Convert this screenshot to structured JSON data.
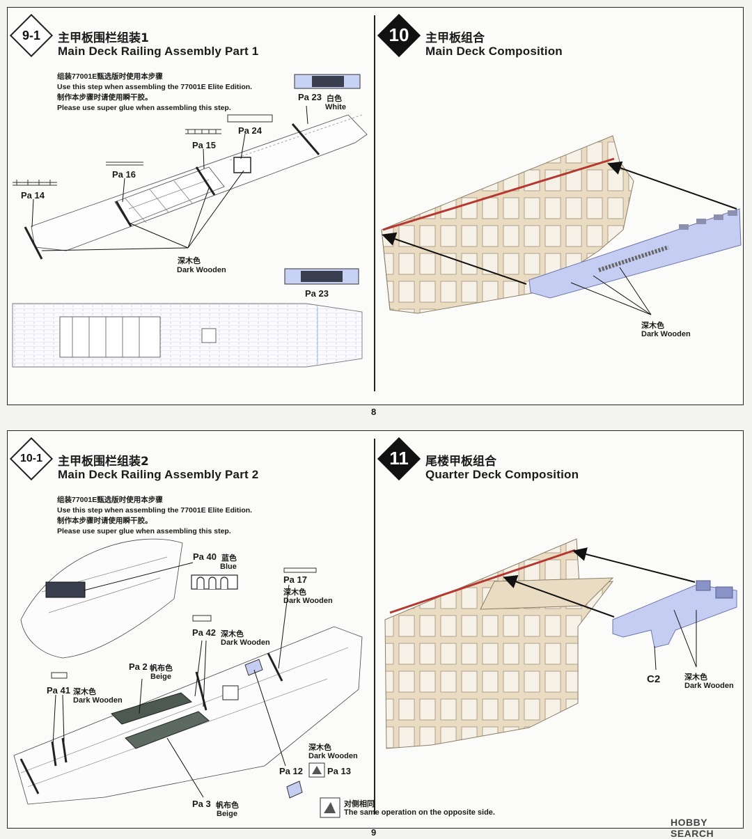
{
  "pages": {
    "top": "8",
    "bottom": "9"
  },
  "steps": {
    "s9_1": {
      "number": "9-1",
      "title_cn": "主甲板围栏组装1",
      "title_en": "Main Deck Railing Assembly Part 1",
      "notes": [
        "组装77001E甄选版时使用本步骤",
        "Use this step when assembling the 77001E Elite Edition.",
        "制作本步骤时请使用瞬干胶。",
        "Please use super glue when assembling this step."
      ],
      "parts": {
        "pa23_top": "Pa 23",
        "pa23_color_cn": "白色",
        "pa23_color_en": "White",
        "pa24": "Pa 24",
        "pa15": "Pa 15",
        "pa16": "Pa 16",
        "pa14": "Pa 14",
        "pa23_bottom": "Pa 23"
      },
      "color_cn": "深木色",
      "color_en": "Dark Wooden"
    },
    "s10": {
      "number": "10",
      "title_cn": "主甲板组合",
      "title_en": "Main Deck Composition",
      "color_cn": "深木色",
      "color_en": "Dark Wooden"
    },
    "s10_1": {
      "number": "10-1",
      "title_cn": "主甲板围栏组装2",
      "title_en": "Main Deck Railing Assembly Part 2",
      "notes": [
        "组装77001E甄选版时使用本步骤",
        "Use this step when assembling the 77001E Elite Edition.",
        "制作本步骤时请使用瞬干胶。",
        "Please use super glue when assembling this step."
      ],
      "parts": {
        "pa40": "Pa 40",
        "pa40_cn": "蓝色",
        "pa40_en": "Blue",
        "pa17": "Pa 17",
        "pa17_cn": "深木色",
        "pa17_en": "Dark Wooden",
        "pa42": "Pa 42",
        "pa42_cn": "深木色",
        "pa42_en": "Dark Wooden",
        "pa2": "Pa 2",
        "pa2_cn": "帆布色",
        "pa2_en": "Beige",
        "pa41": "Pa 41",
        "pa41_cn": "深木色",
        "pa41_en": "Dark Wooden",
        "pa3": "Pa 3",
        "pa3_cn": "帆布色",
        "pa3_en": "Beige",
        "pa12": "Pa 12",
        "pa13": "Pa 13",
        "pa1213_cn": "深木色",
        "pa1213_en": "Dark Wooden"
      },
      "opposite_cn": "对侧相同",
      "opposite_en": "The same operation on the opposite side."
    },
    "s11": {
      "number": "11",
      "title_cn": "尾楼甲板组合",
      "title_en": "Quarter Deck Composition",
      "part": "C2",
      "color_cn": "深木色",
      "color_en": "Dark Wooden"
    }
  },
  "watermark": "HOBBY SEARCH",
  "colors": {
    "hull": "#e9dcc3",
    "deck_blue": "#c5cdf2",
    "stripe_red": "#b5372f",
    "line": "#222222"
  }
}
